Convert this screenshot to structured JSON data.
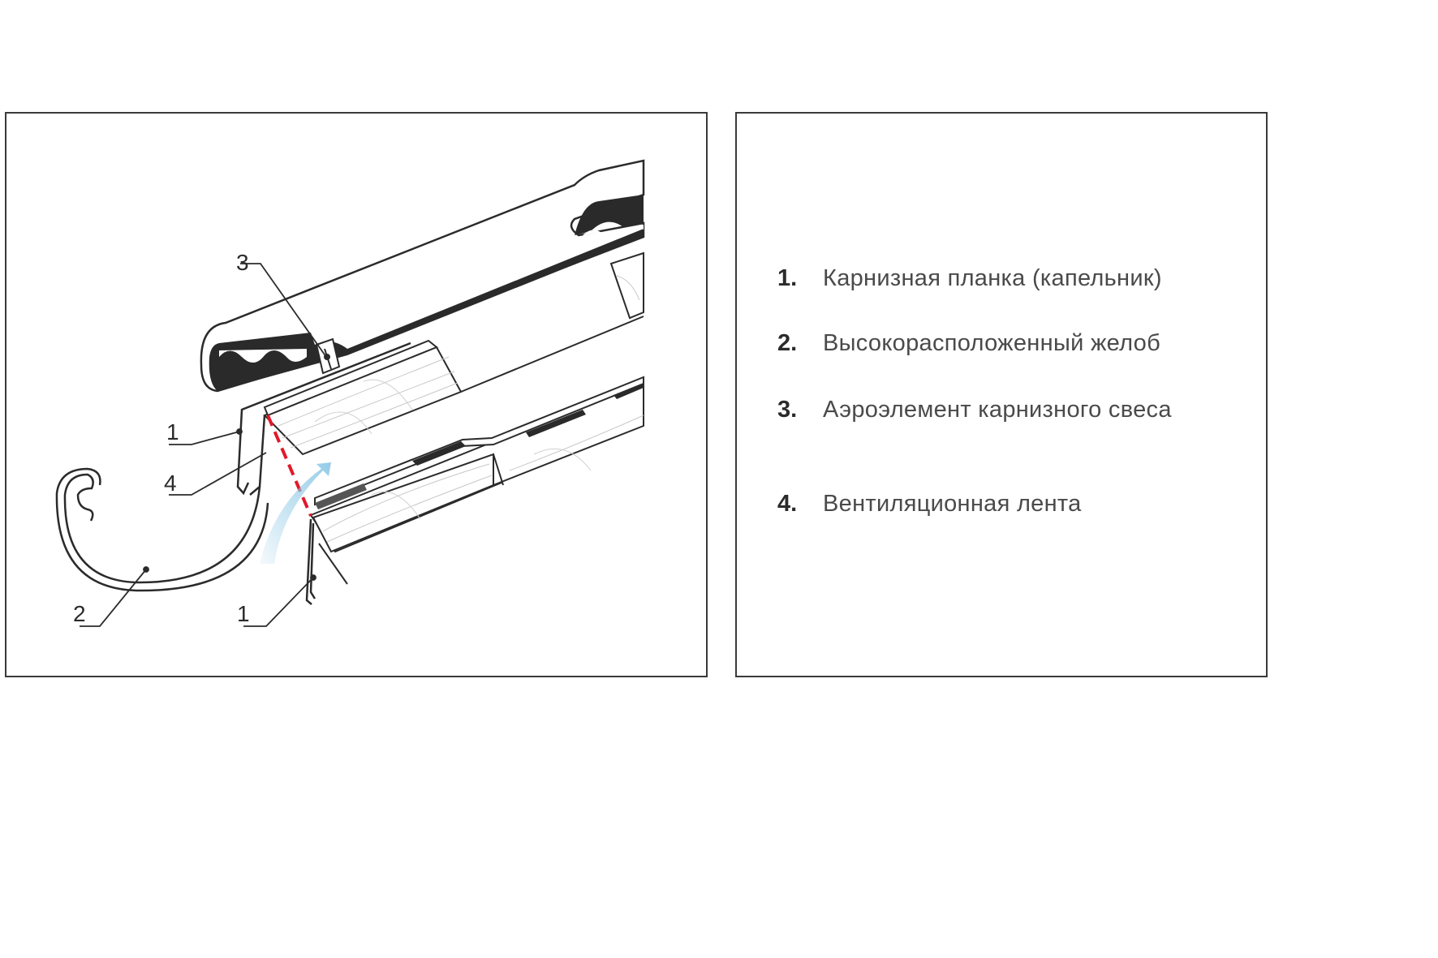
{
  "legend": {
    "items": [
      {
        "number": "1.",
        "text": "Карнизная планка (капельник)"
      },
      {
        "number": "2.",
        "text": "Высокорасположенный желоб"
      },
      {
        "number": "3.",
        "text": "Аэроэлемент карнизного свеса"
      },
      {
        "number": "4.",
        "text": "Вентиляционная лента"
      }
    ]
  },
  "diagram": {
    "callouts": [
      "1",
      "2",
      "3",
      "4",
      "1"
    ]
  },
  "colors": {
    "line": "#2b2b2b",
    "tile": "#2a2a2a",
    "ventilation_tape": "#e0192a",
    "airflow": "#8fc9e6"
  }
}
